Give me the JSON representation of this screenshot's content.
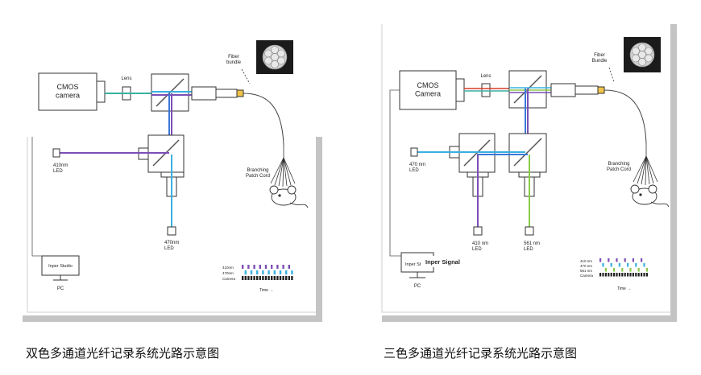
{
  "left": {
    "camera": "CMOS\ncamera",
    "lens": "Lens",
    "fiber_bundle": "Fiber\nbundle",
    "led_410": "410nm\nLED",
    "led_470": "470nm\nLED",
    "patch_cord": "Branching\nPatch Cord",
    "pc_screen": "Inper Studio",
    "pc": "PC",
    "legend_410": "410nm",
    "legend_470": "470nm",
    "legend_camera": "Camera",
    "time": "Time →"
  },
  "right": {
    "camera": "CMOS\nCamera",
    "lens": "Lens",
    "fiber_bundle": "Fiber\nBundle",
    "led_470": "470 nm\nLED",
    "led_410": "410 nm\nLED",
    "led_561": "561 nm\nLED",
    "patch_cord": "Branching\nPatch Cord",
    "pc_screen": "Inper St",
    "inper_signal": "Inper Signal",
    "pc": "PC",
    "legend_410": "410 nm",
    "legend_470": "470 nm",
    "legend_561": "561 nm",
    "legend_camera": "Camera",
    "time": "Time →"
  },
  "captions": {
    "left": "双色多通道光纤记录系统光路示意图",
    "right": "三色多通道光纤记录系统光路示意图"
  },
  "colors": {
    "violet": "#7b4fb5",
    "blue": "#3a78d8",
    "cyan": "#38b0e0",
    "green": "#8bc84a",
    "red": "#d83a2a",
    "panel_shadow": "#bdbdbd"
  }
}
